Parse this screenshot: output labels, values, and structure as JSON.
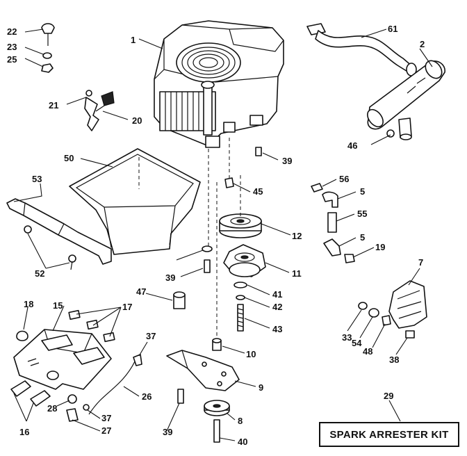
{
  "diagram": {
    "callouts": [
      "1",
      "2",
      "5",
      "5",
      "7",
      "8",
      "9",
      "10",
      "11",
      "12",
      "15",
      "16",
      "17",
      "18",
      "19",
      "20",
      "21",
      "22",
      "23",
      "25",
      "26",
      "27",
      "28",
      "29",
      "33",
      "37",
      "37",
      "38",
      "39",
      "39",
      "39",
      "40",
      "41",
      "42",
      "43",
      "45",
      "46",
      "47",
      "48",
      "50",
      "52",
      "53",
      "54",
      "55",
      "56",
      "61"
    ],
    "kit_label": "SPARK ARRESTER KIT"
  }
}
